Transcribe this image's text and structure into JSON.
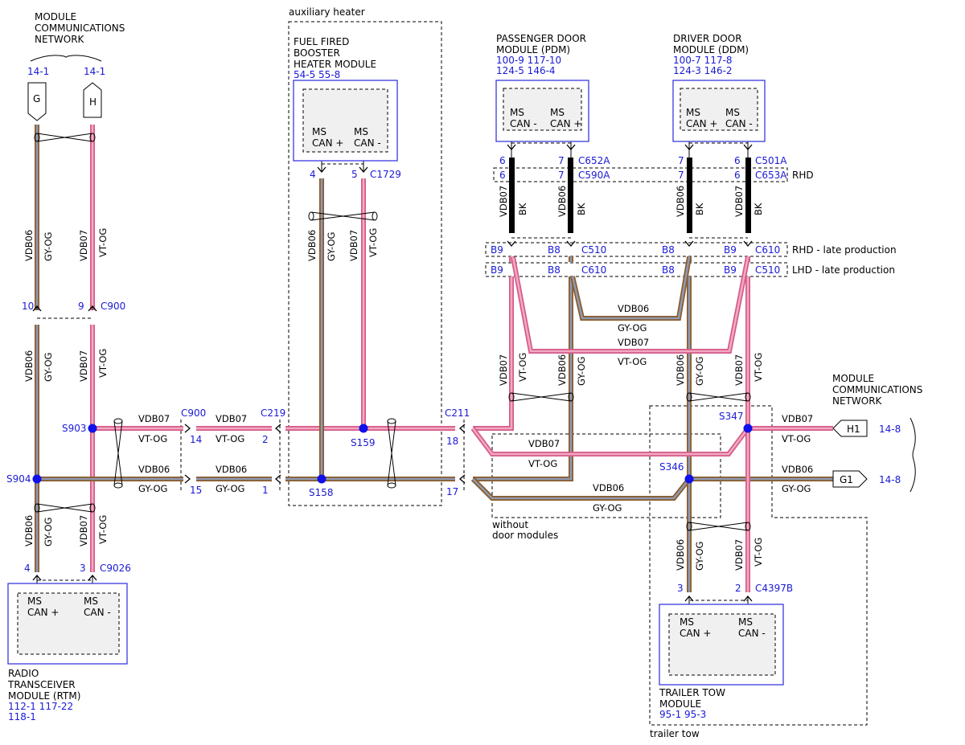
{
  "colors": {
    "vdb06_outline": "#8a5a2a",
    "vdb06_fill": "#8e9ab0",
    "vdb07_outline": "#d45a8a",
    "vdb07_fill": "#f2a9c0",
    "module_border": "#3a3ae0",
    "label_blue": "#1a1ad6",
    "splice": "#1010e8"
  },
  "wires": {
    "w6": "VDB06",
    "w7": "VDB07",
    "gyog": "GY-OG",
    "vtog": "VT-OG",
    "bk": "BK"
  },
  "network": {
    "title_lines": [
      "MODULE",
      "COMMUNICATIONS",
      "NETWORK"
    ],
    "ref_g": "14-1",
    "ref_h": "14-1",
    "conn_g": "G",
    "conn_h": "H"
  },
  "network_right": {
    "title_lines": [
      "MODULE",
      "COMMUNICATIONS",
      "NETWORK"
    ],
    "h1": "H1",
    "g1": "G1",
    "ref_h1": "14-8",
    "ref_g1": "14-8"
  },
  "aux_heater": {
    "group_label": "auxiliary heater",
    "name_lines": [
      "FUEL FIRED",
      "BOOSTER",
      "HEATER MODULE"
    ],
    "refs": "54-5   55-8",
    "can_plus": [
      "MS",
      "CAN +"
    ],
    "can_minus": [
      "MS",
      "CAN -"
    ],
    "pin_a": "4",
    "pin_b": "5",
    "connector": "C1729"
  },
  "pdm": {
    "name_lines": [
      "PASSENGER DOOR",
      "MODULE (PDM)"
    ],
    "refs_lines": [
      "100-9   117-10",
      "124-5 146-4"
    ],
    "can_minus": [
      "MS",
      "CAN -"
    ],
    "can_plus": [
      "MS",
      "CAN +"
    ],
    "pins": [
      "6",
      "7",
      "6",
      "7"
    ],
    "connectors": [
      "C652A",
      "C590A"
    ]
  },
  "ddm": {
    "name_lines": [
      "DRIVER DOOR",
      "MODULE (DDM)"
    ],
    "refs_lines": [
      "100-7 117-8",
      "124-3 146-2"
    ],
    "can_plus": [
      "MS",
      "CAN +"
    ],
    "can_minus": [
      "MS",
      "CAN -"
    ],
    "pins": [
      "7",
      "6",
      "7",
      "6"
    ],
    "connectors": [
      "C501A",
      "C653A"
    ],
    "rhd": "RHD"
  },
  "inline_connectors": {
    "row1": {
      "labels": [
        "B9",
        "B8",
        "C510",
        "B8",
        "B9",
        "C610"
      ],
      "note": "RHD - late production"
    },
    "row2": {
      "labels": [
        "B9",
        "B8",
        "C610",
        "B8",
        "B9",
        "C510"
      ],
      "note": "LHD - late production"
    }
  },
  "rtm": {
    "name_lines": [
      "RADIO",
      "TRANSCEIVER",
      "MODULE (RTM)"
    ],
    "refs_lines": [
      "112-1   117-22",
      "118-1"
    ],
    "can_plus": [
      "MS",
      "CAN +"
    ],
    "can_minus": [
      "MS",
      "CAN -"
    ],
    "pin_a": "4",
    "pin_b": "3",
    "connector": "C9026"
  },
  "trailer": {
    "group_label": "trailer tow",
    "name_lines": [
      "TRAILER TOW",
      "MODULE"
    ],
    "refs": "95-1   95-3",
    "can_plus": [
      "MS",
      "CAN +"
    ],
    "can_minus": [
      "MS",
      "CAN -"
    ],
    "pin_a": "3",
    "pin_b": "2",
    "connector": "C4397B"
  },
  "c900": {
    "pin_a": "10",
    "pin_b": "9",
    "name": "C900",
    "pin_c": "14",
    "pin_d": "15"
  },
  "c219": {
    "name": "C219",
    "pin_a": "2",
    "pin_b": "1"
  },
  "c211": {
    "name": "C211",
    "pin_a": "18",
    "pin_b": "17"
  },
  "splices": {
    "s903": "S903",
    "s904": "S904",
    "s159": "S159",
    "s158": "S158",
    "s346": "S346",
    "s347": "S347"
  },
  "without_door": [
    "without",
    "door modules"
  ]
}
